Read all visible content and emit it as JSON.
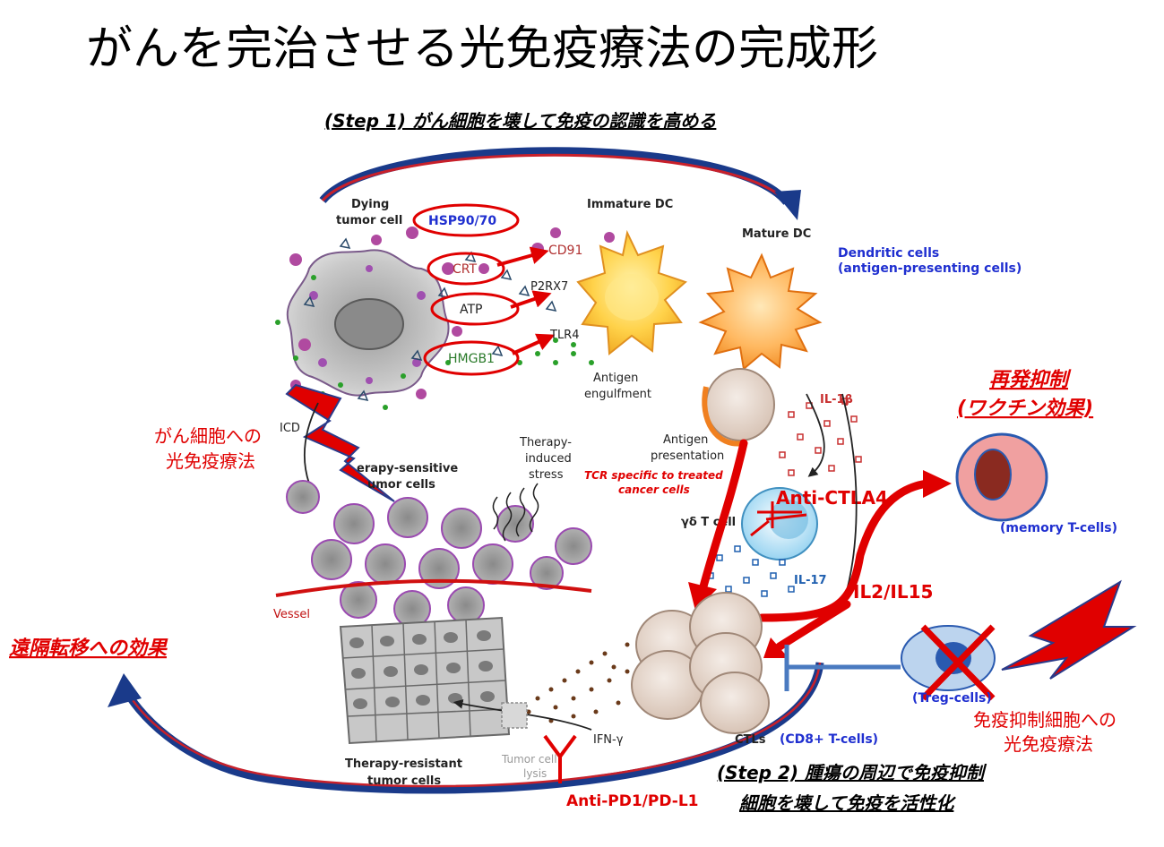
{
  "title": "がんを完治させる光免疫療法の完成形",
  "step1": "(Step 1) がん細胞を壊して免疫の認識を高める",
  "step2_line1": "(Step 2) 腫瘍の周辺で免疫抑制",
  "step2_line2": "細胞を壊して免疫を活性化",
  "labels": {
    "dying_tumor_line1": "Dying",
    "dying_tumor_line2": "tumor cell",
    "hsp": "HSP90/70",
    "crt": "CRT",
    "atp": "ATP",
    "hmgb1": "HMGB1",
    "cd91": "CD91",
    "p2rx7": "P2RX7",
    "tlr4": "TLR4",
    "immature_dc": "Immature DC",
    "mature_dc": "Mature DC",
    "dendritic_line1": "Dendritic cells",
    "dendritic_line2": "(antigen-presenting cells)",
    "antigen_engulf_line1": "Antigen",
    "antigen_engulf_line2": "engulfment",
    "il1b": "IL-1β",
    "icd": "ICD",
    "therapy_sensitive_line1": "erapy-sensitive",
    "therapy_sensitive_line2": "umor cells",
    "therapy_induced_line1": "Therapy-",
    "therapy_induced_line2": "induced",
    "therapy_induced_line3": "stress",
    "antigen_pres_line1": "Antigen",
    "antigen_pres_line2": "presentation",
    "tcr_line1": "TCR specific to treated",
    "tcr_line2": "cancer cells",
    "anti_ctla4": "Anti-CTLA4",
    "gd_tcell": "γδ T cell",
    "il17": "IL-17",
    "il2": "IL2/IL15",
    "vessel": "Vessel",
    "ifn": "IFN-γ",
    "ctls": "CTLs",
    "cd8": "(CD8+ T-cells)",
    "tumor_lysis_line1": "Tumor cell",
    "tumor_lysis_line2": "lysis",
    "therapy_resistant_line1": "Therapy-resistant",
    "therapy_resistant_line2": "tumor cells",
    "anti_pd1": "Anti-PD1/PD-L1",
    "memory": "(memory T-cells)",
    "treg": "(Treg-cells)",
    "recurrence_line1": "再発抑制",
    "recurrence_line2": "(ワクチン効果)",
    "cancer_pit_line1": "がん細胞への",
    "cancer_pit_line2": "光免疫療法",
    "distant": "遠隔転移への効果",
    "suppress_pit_line1": "免疫抑制細胞への",
    "suppress_pit_line2": "光免疫療法"
  },
  "colors": {
    "accent_red": "#e00000",
    "accent_blue": "#1f2fd0",
    "arrow_navy": "#1a3a8a"
  }
}
